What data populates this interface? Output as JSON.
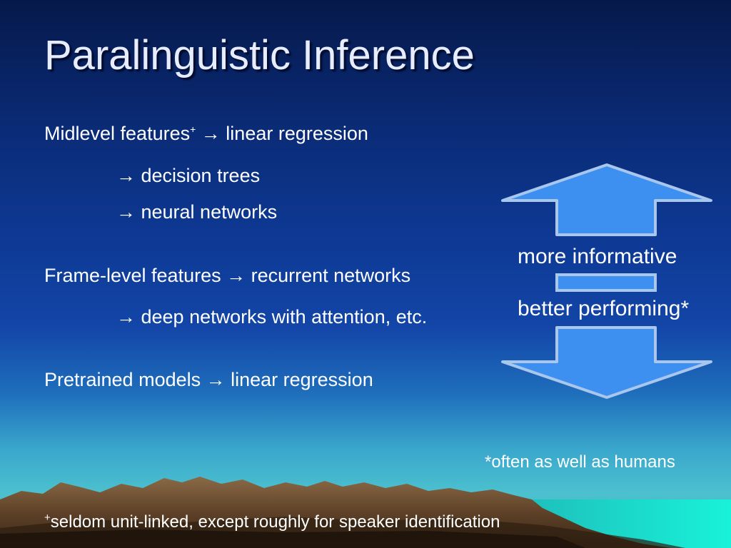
{
  "slide": {
    "title": "Paralinguistic Inference",
    "lines": {
      "midlevel_main": "Midlevel features",
      "midlevel_sup": "+",
      "midlevel_rest": " → linear regression",
      "decision_trees": "→ decision trees",
      "neural_networks": "→ neural networks",
      "frame_level": "Frame-level features → recurrent networks",
      "deep_networks": "→ deep networks with attention, etc.",
      "pretrained": "Pretrained models → linear regression"
    },
    "arrows": {
      "up_label": "more informative",
      "down_label": "better performing*"
    },
    "footnotes": {
      "humans": "*often as well as humans",
      "seldom_sup": "+",
      "seldom_text": "seldom unit-linked, except roughly for speaker identification"
    },
    "colors": {
      "arrow_fill": "#3d8ff0",
      "arrow_edge": "#a9c6ec"
    }
  }
}
